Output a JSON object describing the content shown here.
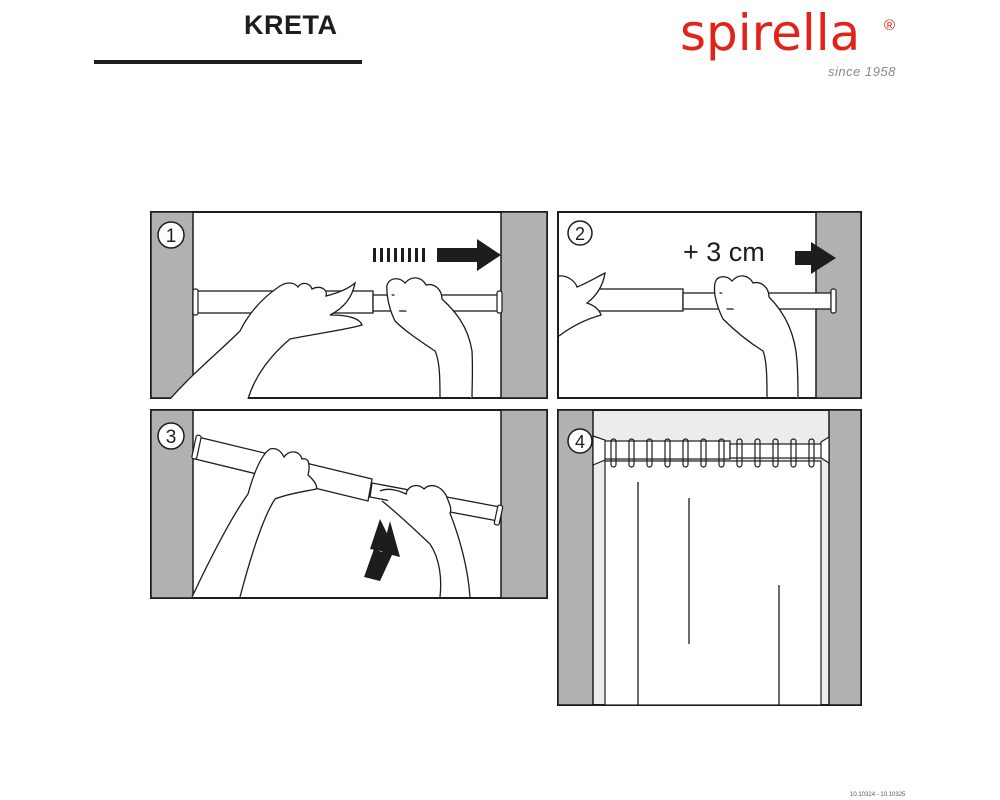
{
  "header": {
    "product_title": "KRETA",
    "brand_name": "spirella",
    "brand_registered_mark": "®",
    "brand_tagline": "since 1958",
    "brand_color": "#e2231a"
  },
  "steps": [
    {
      "number": "1",
      "description": "Grip the telescopic rod with both hands and extend it toward the wall",
      "arrow": "dashed-arrow-right"
    },
    {
      "number": "2",
      "description": "Extend rod until it touches the wall, then add extra length",
      "label": "+ 3 cm",
      "arrow": "arrow-right"
    },
    {
      "number": "3",
      "description": "Tilt rod and push the lower end up into horizontal position",
      "arrow": "arrow-up"
    },
    {
      "number": "4",
      "description": "Rod installed with shower curtain rings and curtain hanging",
      "rings": 12
    }
  ],
  "colors": {
    "wall": "#b1b1b1",
    "line": "#1d1d1b",
    "background_panel4": "#ececec"
  },
  "footer": {
    "article_codes": "10.10324 - 10.10325"
  }
}
